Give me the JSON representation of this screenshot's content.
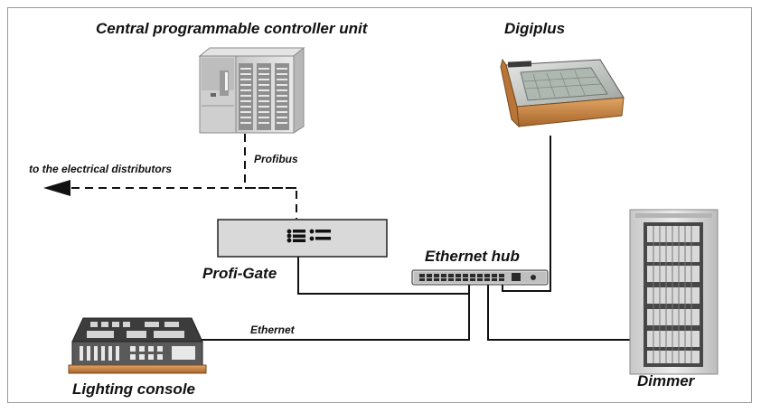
{
  "labels": {
    "controller": "Central programmable controller unit",
    "digiplus": "Digiplus",
    "distributors": "to the electrical distributors",
    "profibus": "Profibus",
    "ethernet_hub": "Ethernet hub",
    "profi_gate": "Profi-Gate",
    "ethernet": "Ethernet",
    "lighting_console": "Lighting console",
    "dimmer": "Dimmer"
  },
  "devices": [
    {
      "id": "controller",
      "icon": "plc-rack-icon"
    },
    {
      "id": "digiplus",
      "icon": "control-desk-icon"
    },
    {
      "id": "profi_gate",
      "icon": "gateway-box-icon"
    },
    {
      "id": "ethernet_hub",
      "icon": "network-switch-icon"
    },
    {
      "id": "lighting_console",
      "icon": "lighting-console-icon"
    },
    {
      "id": "dimmer",
      "icon": "dimmer-cabinet-icon"
    }
  ],
  "colors": {
    "line": "#111111",
    "frame": "#9a9a9a",
    "wood": "#c98a4a",
    "metal": "#d6d6d6"
  }
}
